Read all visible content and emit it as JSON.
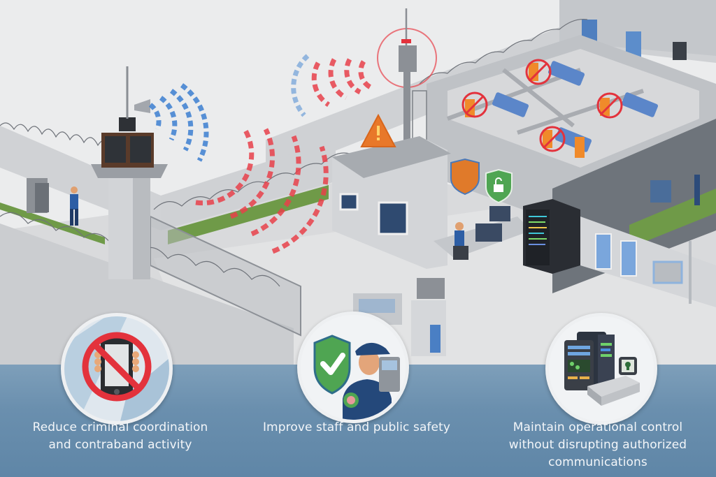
{
  "scene": {
    "title": "Prison facility with cell phone signal jamming / detection system",
    "elements": {
      "left_tower": "guard-tower-with-directional-antenna",
      "central_tower": "central-jammer-antenna-mast",
      "control_room": "control-room-operator",
      "server_rack": "server-rack",
      "cells": "cell-blocks-with-blocked-phone-use"
    },
    "signal_colors": {
      "jamming": "#e8414a",
      "authorized": "#3c7fd0"
    },
    "icons": {
      "warning": "warning-triangle-icon",
      "orange_shield": "orange-shield-icon",
      "lock_shield": "green-lock-shield-icon"
    }
  },
  "benefits": [
    {
      "icon": "no-phone-icon",
      "lines": [
        "Reduce criminal coordination",
        "and contraband activity"
      ]
    },
    {
      "icon": "guard-shield-check-icon",
      "lines": [
        "Improve staff and public safety"
      ]
    },
    {
      "icon": "secure-devices-icon",
      "lines": [
        "Maintain operational control",
        "without disrupting authorized",
        "communications"
      ]
    }
  ],
  "colors": {
    "band": "#6a8fae",
    "caption_text": "#f3f6f9",
    "sky": "#e9eaeb",
    "wall": "#c9cbce",
    "dark_wall": "#6e747b",
    "grass": "#6f9a48",
    "prohibit_red": "#e3323c",
    "shield_green": "#4fa552",
    "warning_orange": "#e8782a"
  }
}
